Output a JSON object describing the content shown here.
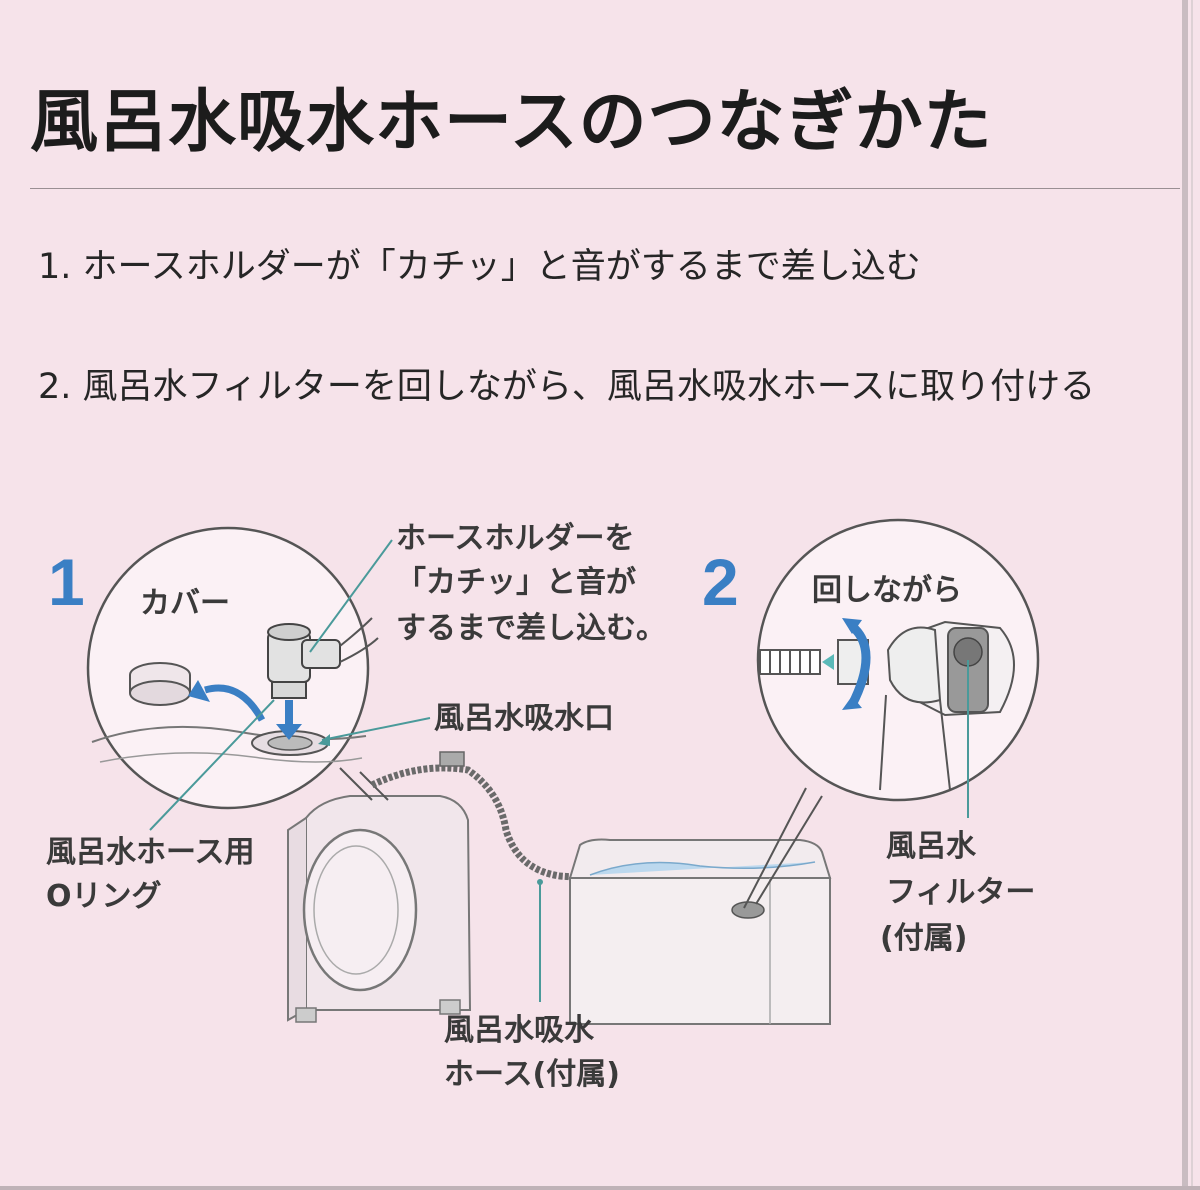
{
  "title": "風呂水吸水ホースのつなぎかた",
  "steps": [
    "1. ホースホルダーが「カチッ」と音がするまで差し込む",
    "2. 風呂水フィルターを回しながら、風呂水吸水ホースに取り付ける"
  ],
  "diagram": {
    "step1_number": "1",
    "step2_number": "2",
    "cover": "カバー",
    "holder_line1": "ホースホルダーを",
    "holder_line2": "「カチッ」と音が",
    "holder_line3": "するまで差し込む。",
    "inlet": "風呂水吸水口",
    "oring_line1": "風呂水ホース用",
    "oring_line2": "Oリング",
    "rotate": "回しながら",
    "filter_line1": "風呂水",
    "filter_line2": "フィルター",
    "filter_line3": "(付属)",
    "hose_line1": "風呂水吸水",
    "hose_line2": "ホース(付属)"
  },
  "colors": {
    "background": "#f6e3ea",
    "accent_blue": "#3a7fc4",
    "water": "#bcd8ee"
  }
}
